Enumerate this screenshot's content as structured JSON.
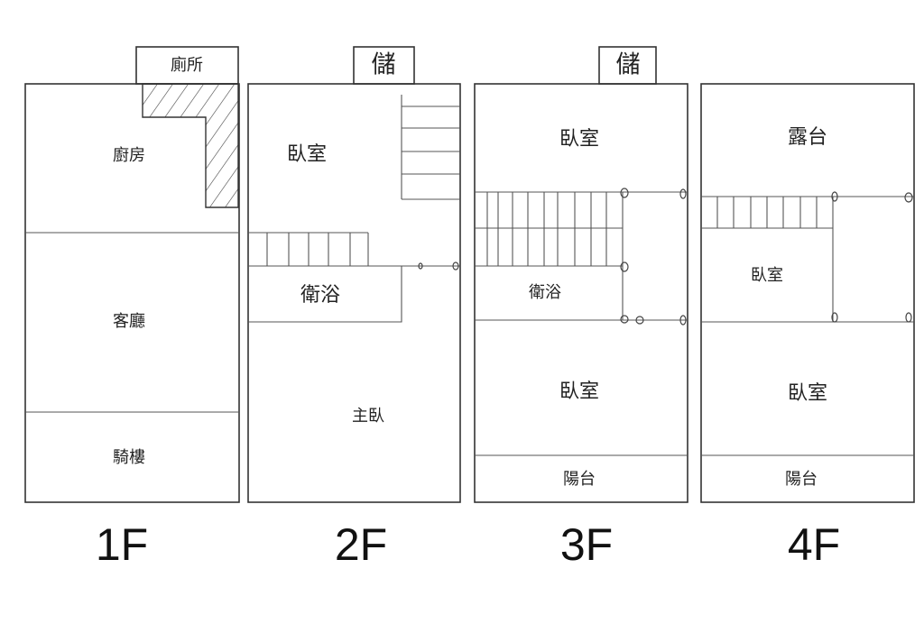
{
  "floors": [
    {
      "label": "1F",
      "rooms": {
        "toilet": "廁所",
        "kitchen": "廚房",
        "living": "客廳",
        "arcade": "騎樓"
      }
    },
    {
      "label": "2F",
      "rooms": {
        "storage": "儲",
        "bedroom": "臥室",
        "bath": "衛浴",
        "master": "主臥"
      }
    },
    {
      "label": "3F",
      "rooms": {
        "storage": "儲",
        "bedroom_front": "臥室",
        "bath": "衛浴",
        "bedroom_back": "臥室",
        "balcony": "陽台"
      }
    },
    {
      "label": "4F",
      "rooms": {
        "terrace": "露台",
        "bedroom_small": "臥室",
        "bedroom": "臥室",
        "balcony": "陽台"
      }
    }
  ]
}
